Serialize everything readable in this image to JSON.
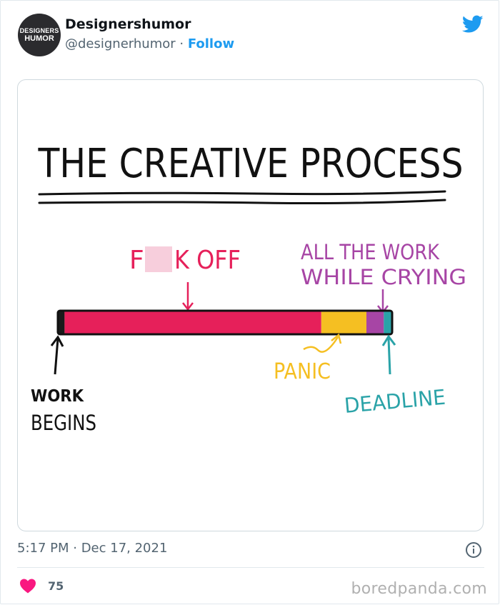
{
  "author": {
    "display_name": "Designershumor",
    "handle": "@designerhumor",
    "separator": " · ",
    "follow_label": "Follow",
    "avatar_line1": "DESIGNERS",
    "avatar_line2": "HUMOR"
  },
  "comic": {
    "title": "THE CREATIVE PROCESS",
    "label_f": "F",
    "label_koff": "K OFF",
    "label_allwork_1": "ALL THE WORK",
    "label_allwork_2": "WHILE CRYING",
    "label_panic": "PANIC",
    "label_deadline": "DEADLINE",
    "label_work_1": "WORK",
    "label_work_2": "BEGINS",
    "segments": [
      {
        "name": "work-begins",
        "fraction": 0.02,
        "color": "#1a1a1a"
      },
      {
        "name": "f-off",
        "fraction": 0.768,
        "color": "#e6205a"
      },
      {
        "name": "panic",
        "fraction": 0.135,
        "color": "#f5bf22"
      },
      {
        "name": "crying",
        "fraction": 0.052,
        "color": "#a745a5"
      },
      {
        "name": "deadline",
        "fraction": 0.025,
        "color": "#2aa3a8"
      }
    ]
  },
  "footer": {
    "timestamp": "5:17 PM · Dec 17, 2021",
    "like_count": "75",
    "watermark": "boredpanda.com"
  },
  "colors": {
    "twitter_blue": "#1d9bf0",
    "like_red": "#f91880",
    "muted": "#536471"
  }
}
